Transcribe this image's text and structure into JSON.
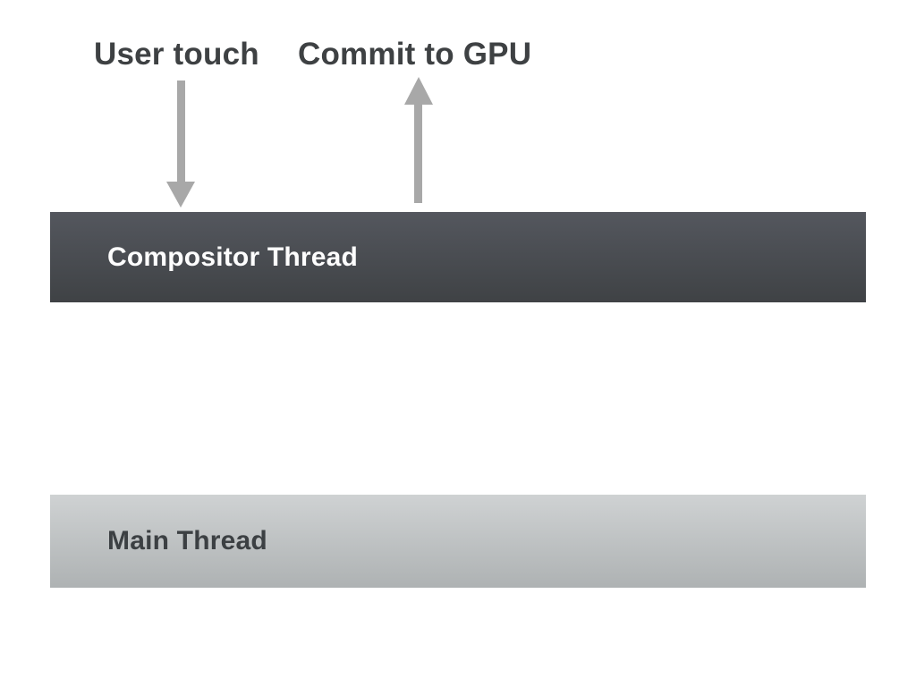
{
  "page": {
    "background_color": "#ffffff"
  },
  "annotations": {
    "user_touch": {
      "label": "User touch",
      "arrow_direction": "down",
      "arrow_target": "Compositor Thread"
    },
    "commit_gpu": {
      "label": "Commit to GPU",
      "arrow_direction": "up",
      "arrow_source": "Compositor Thread"
    }
  },
  "bars": {
    "compositor": {
      "label": "Compositor Thread",
      "gradient_top": "#54575e",
      "gradient_bottom": "#3f4245",
      "text_color": "#fdfdfd"
    },
    "main": {
      "label": "Main Thread",
      "gradient_top": "#cfd2d3",
      "gradient_bottom": "#aeb2b3",
      "text_color": "#3c4043"
    }
  },
  "colors": {
    "arrow": "#a8a8a8",
    "heading_text": "#3e4143"
  }
}
